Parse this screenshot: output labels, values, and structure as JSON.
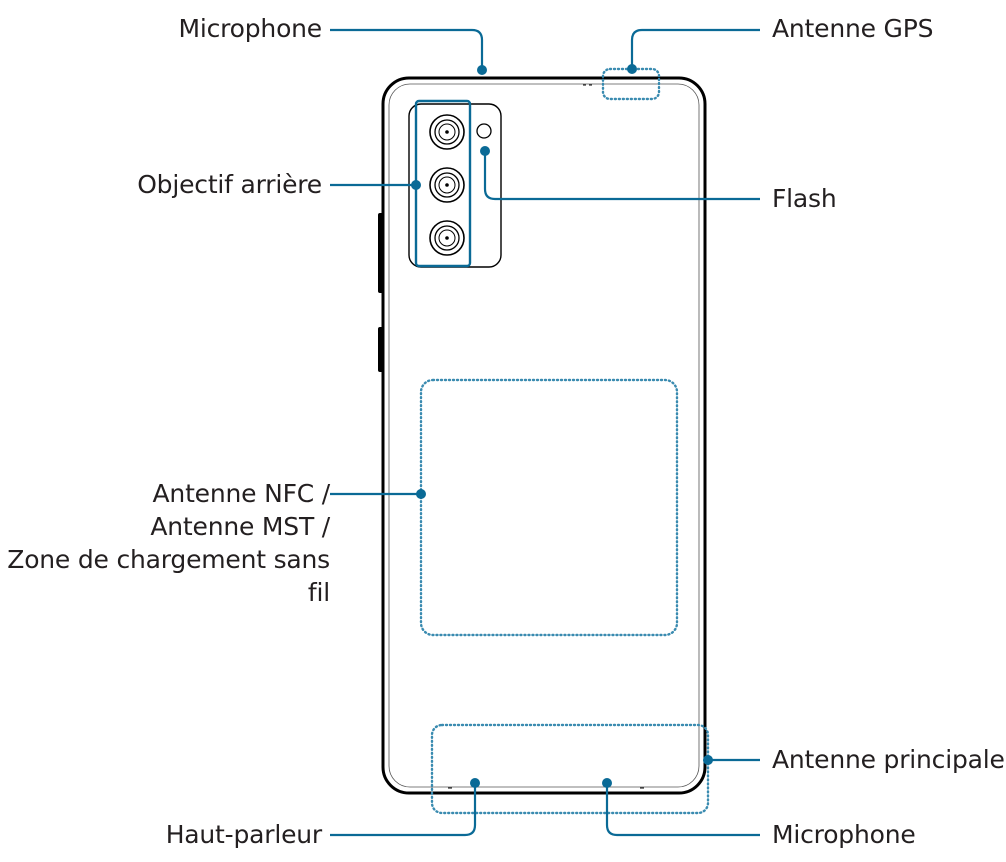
{
  "colors": {
    "callout": "#0a6a96",
    "dotted": "#3a8bb0",
    "phone_outline": "#000000",
    "text": "#231f20"
  },
  "labels": {
    "microphone_top": "Microphone",
    "gps_antenna": "Antenne GPS",
    "rear_camera": "Objectif arrière",
    "flash": "Flash",
    "nfc_line1": "Antenne NFC /",
    "nfc_line2": "Antenne MST /",
    "nfc_line3": "Zone de chargement sans",
    "nfc_line4": "fil",
    "main_antenna": "Antenne principale",
    "speaker": "Haut-parleur",
    "microphone_bottom": "Microphone"
  }
}
